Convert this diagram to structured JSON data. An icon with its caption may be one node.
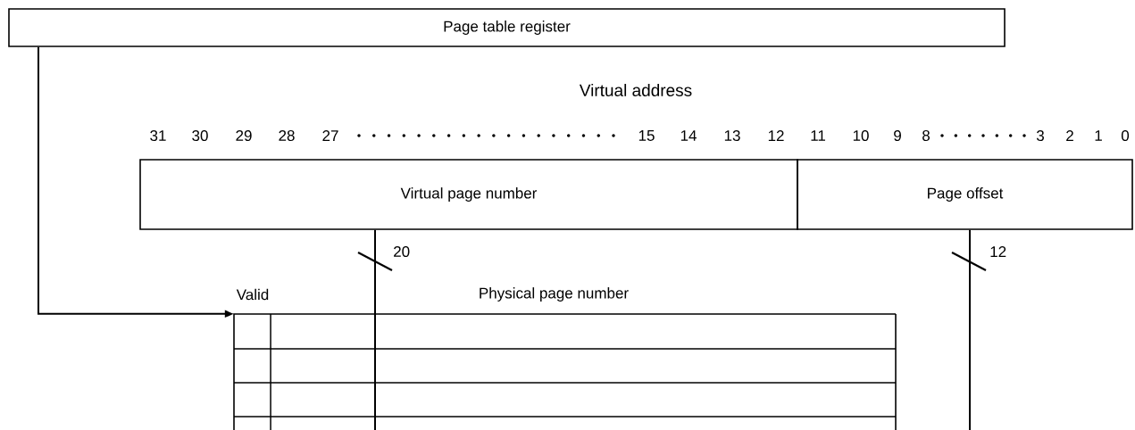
{
  "diagram": {
    "nodes": [
      {
        "text": [
          "Page table register"
        ]
      },
      {
        "text": [
          "Virtual page number"
        ]
      },
      {
        "text": [
          "Page offset"
        ]
      },
      {
        "text": [
          "Valid",
          "Physical page number"
        ]
      }
    ],
    "edges": [
      {
        "from": 0,
        "to": 3,
        "arrow": "to"
      },
      {
        "from": 1,
        "to": 3,
        "arrow": "none",
        "label": "20"
      },
      {
        "from": 2,
        "to": null,
        "arrow": "none",
        "label": "12"
      }
    ],
    "labels": [
      "Virtual address",
      "31",
      "30",
      "29",
      "28",
      "27",
      "15",
      "14",
      "13",
      "12",
      "11",
      "10",
      "9",
      "8",
      "3",
      "2",
      "1",
      "0"
    ]
  }
}
